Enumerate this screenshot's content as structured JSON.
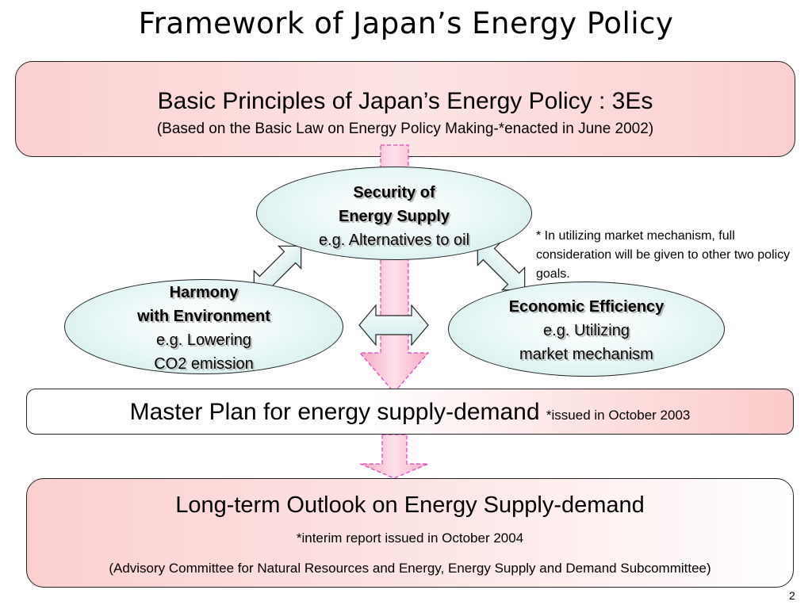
{
  "title": "Framework of Japan’s Energy Policy",
  "principles": {
    "title": "Basic Principles of Japan’s Energy Policy : 3Es",
    "subtitle": "(Based on the Basic Law on Energy Policy Making-*enacted in June 2002)"
  },
  "security": {
    "line1": "Security of",
    "line2": "Energy Supply",
    "line3": "e.g. Alternatives to oil"
  },
  "harmony": {
    "line1": "Harmony",
    "line2": "with Environment",
    "line3": "e.g. Lowering",
    "line4": "CO2 emission"
  },
  "economic": {
    "line1": "Economic Efficiency",
    "line2": "e.g. Utilizing",
    "line3": "market mechanism"
  },
  "footnote": "* In utilizing market mechanism, full consideration will be given to other two policy goals.",
  "master": {
    "title": "Master Plan for energy supply-demand",
    "note": "*issued in October 2003"
  },
  "outlook": {
    "title": "Long-term Outlook on Energy Supply-demand",
    "note": "*interim report issued in October 2004",
    "subtitle": "(Advisory Committee for Natural Resources and Energy, Energy Supply and Demand Subcommittee)"
  },
  "page_number": "2",
  "colors": {
    "pink": "#fbcfcf",
    "arrow_pink": "#f8bcd0",
    "arrow_border": "#e040c0",
    "ellipse_edge": "#cdeaea"
  }
}
